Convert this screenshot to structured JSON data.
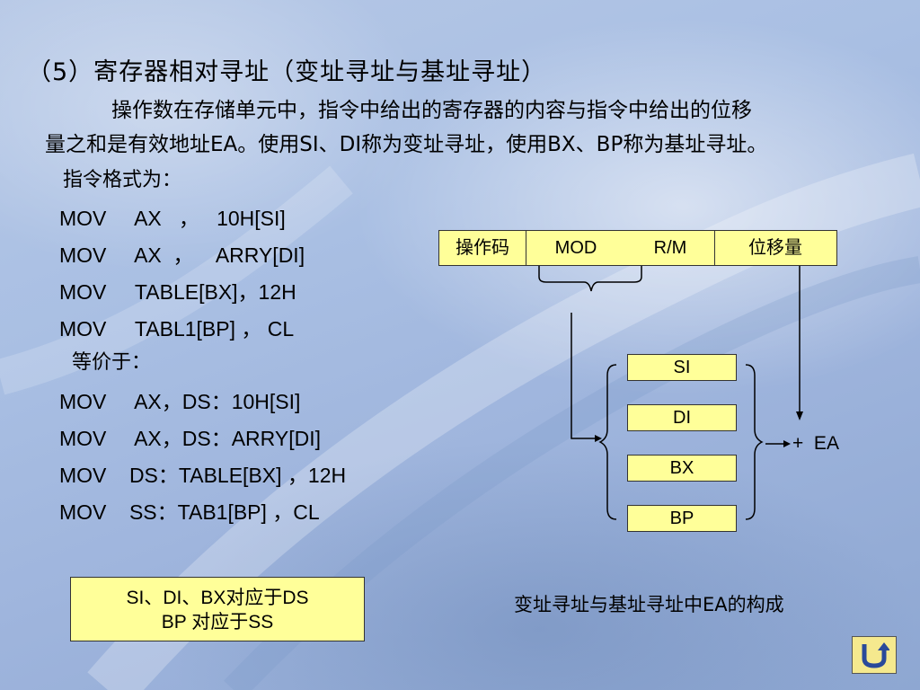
{
  "title": "（5）寄存器相对寻址（变址寻址与基址寻址）",
  "paragraph": {
    "line1": "操作数在存储单元中，指令中给出的寄存器的内容与指令中给出的位移",
    "line2": "量之和是有效地址EA。使用SI、DI称为变址寻址，使用BX、BP称为基址寻址。"
  },
  "format_label": "指令格式为：",
  "instructions": [
    "MOV     AX   ，   10H[SI]",
    "MOV     AX  ，    ARRY[DI]",
    "MOV     TABLE[BX]，12H",
    "MOV     TABL1[BP] ， CL"
  ],
  "equiv_label": "等价于：",
  "equivalents": [
    "MOV     AX，DS：10H[SI]",
    "MOV     AX，DS：ARRY[DI]",
    "MOV    DS：TABLE[BX] ，12H",
    "MOV    SS：TAB1[BP] ，CL"
  ],
  "diagram": {
    "fields": [
      "操作码",
      "MOD",
      "R/M",
      "位移量"
    ],
    "registers": [
      "SI",
      "DI",
      "BX",
      "BP"
    ],
    "result": "+  EA"
  },
  "note": {
    "line1": "SI、DI、BX对应于DS",
    "line2": "BP 对应于SS"
  },
  "caption": "变址寻址与基址寻址中EA的构成",
  "nav": {
    "icon": "return-icon",
    "color": "#f5e98e"
  }
}
